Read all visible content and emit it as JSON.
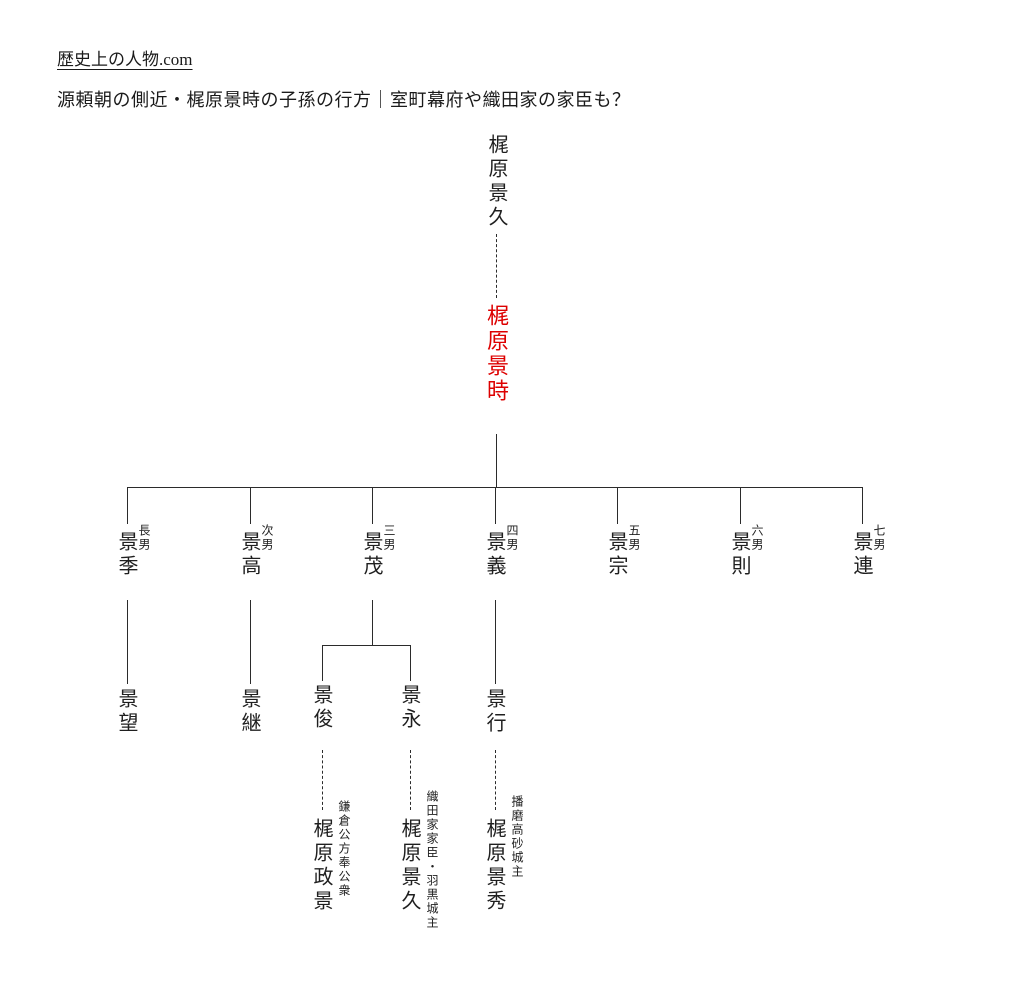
{
  "colors": {
    "line": "#2b2b2b",
    "text": "#1f1f1f",
    "highlight": "#dd0000"
  },
  "header": {
    "site_title": "歴史上の人物.com",
    "page_title": "源頼朝の側近・梶原景時の子孫の行方｜室町幕府や織田家の家臣も？"
  },
  "tree": {
    "ancestor": "梶原景久",
    "main_person": "梶原景時",
    "sons": [
      {
        "order": "長男",
        "name": "景季",
        "child": {
          "name": "景望"
        }
      },
      {
        "order": "次男",
        "name": "景高",
        "child": {
          "name": "景継"
        }
      },
      {
        "order": "三男",
        "name": "景茂",
        "children": [
          {
            "name": "景俊",
            "descendant": {
              "name": "梶原政景",
              "note": "鎌倉公方奉公衆"
            }
          },
          {
            "name": "景永",
            "descendant": {
              "name": "梶原景久",
              "note": "織田家家臣・羽黒城主"
            }
          }
        ]
      },
      {
        "order": "四男",
        "name": "景義",
        "child": {
          "name": "景行",
          "descendant": {
            "name": "梶原景秀",
            "note": "播磨高砂城主"
          }
        }
      },
      {
        "order": "五男",
        "name": "景宗"
      },
      {
        "order": "六男",
        "name": "景則"
      },
      {
        "order": "七男",
        "name": "景連"
      }
    ]
  }
}
